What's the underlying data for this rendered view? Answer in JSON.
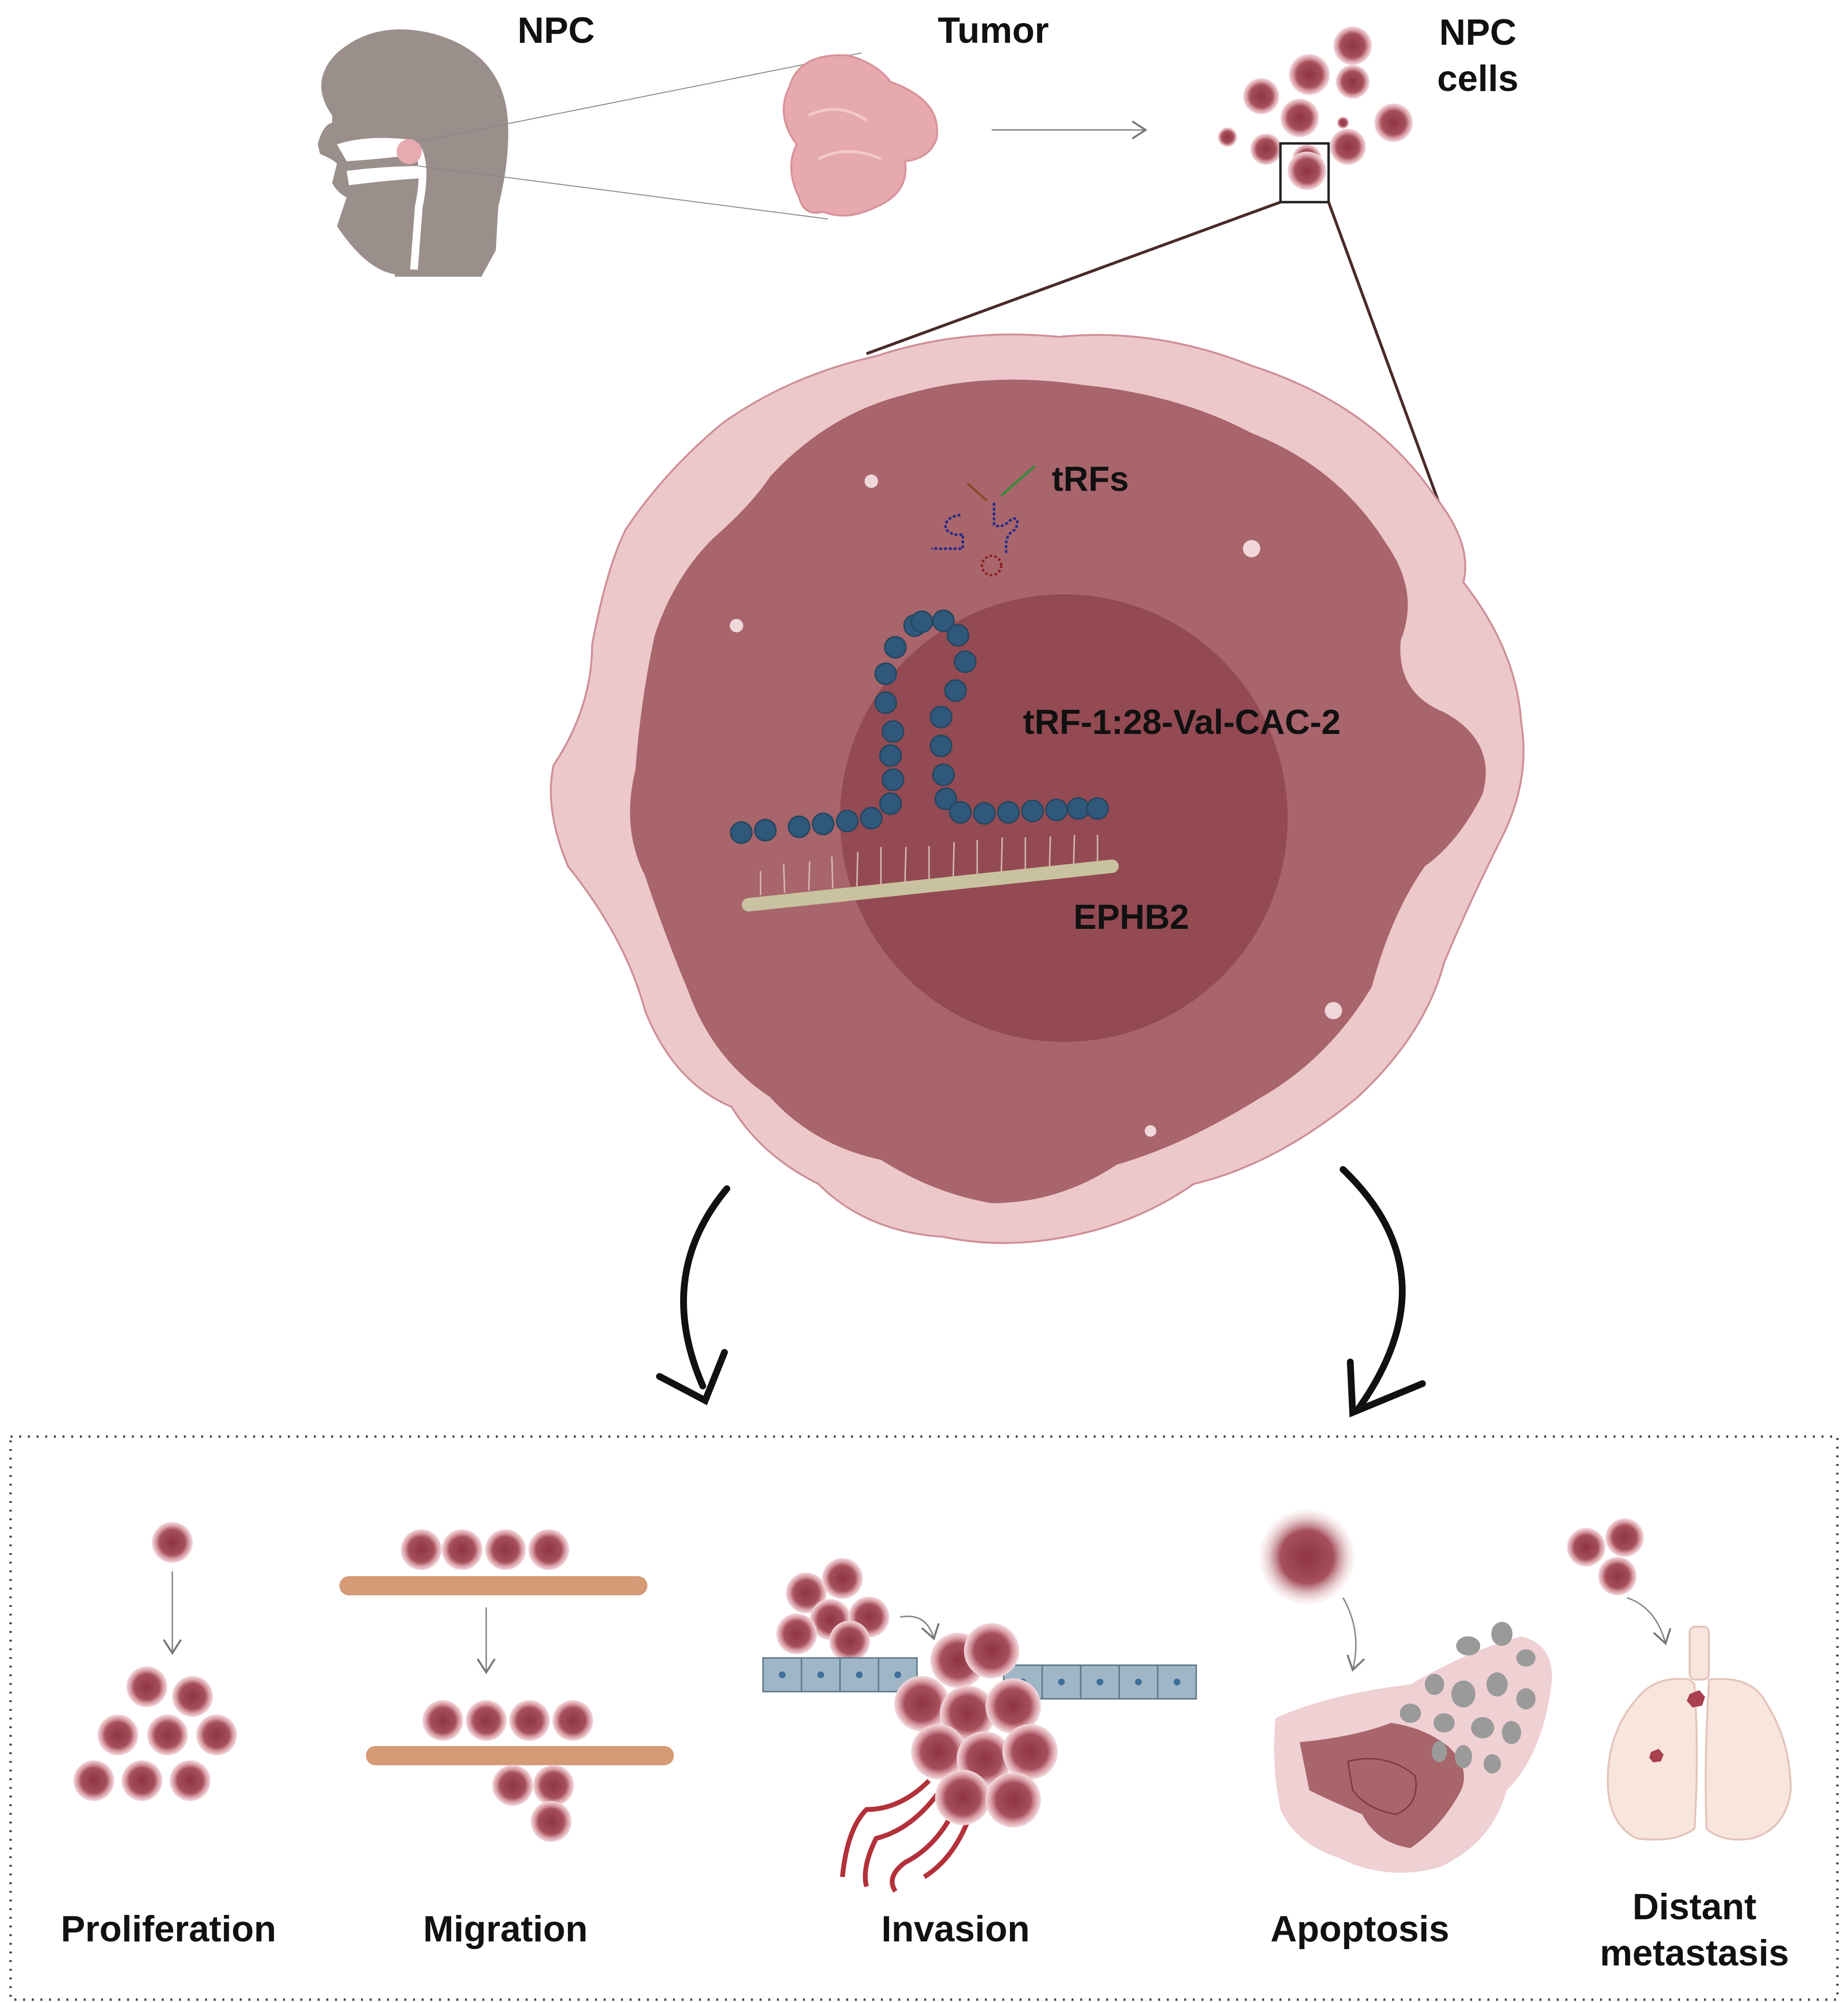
{
  "labels": {
    "npc": "NPC",
    "tumor": "Tumor",
    "npc_cells_1": "NPC",
    "npc_cells_2": "cells",
    "trfs": "tRFs",
    "trf_name": "tRF-1:28-Val-CAC-2",
    "gene": "EPHB2"
  },
  "outcomes": [
    {
      "label": "Proliferation"
    },
    {
      "label": "Migration"
    },
    {
      "label": "Invasion"
    },
    {
      "label": "Apoptosis"
    },
    {
      "label_1": "Distant",
      "label_2": "metastasis"
    }
  ],
  "colors": {
    "cell_dark": "#9e4451",
    "cell_halo": "#e6b7bd",
    "membrane": "#ecc8cb",
    "cytoplasm": "#a8656b",
    "nucleus": "#934a52",
    "rna_blue": "#2f587a",
    "bar": "#d59a76",
    "head": "#9b8f8c"
  }
}
